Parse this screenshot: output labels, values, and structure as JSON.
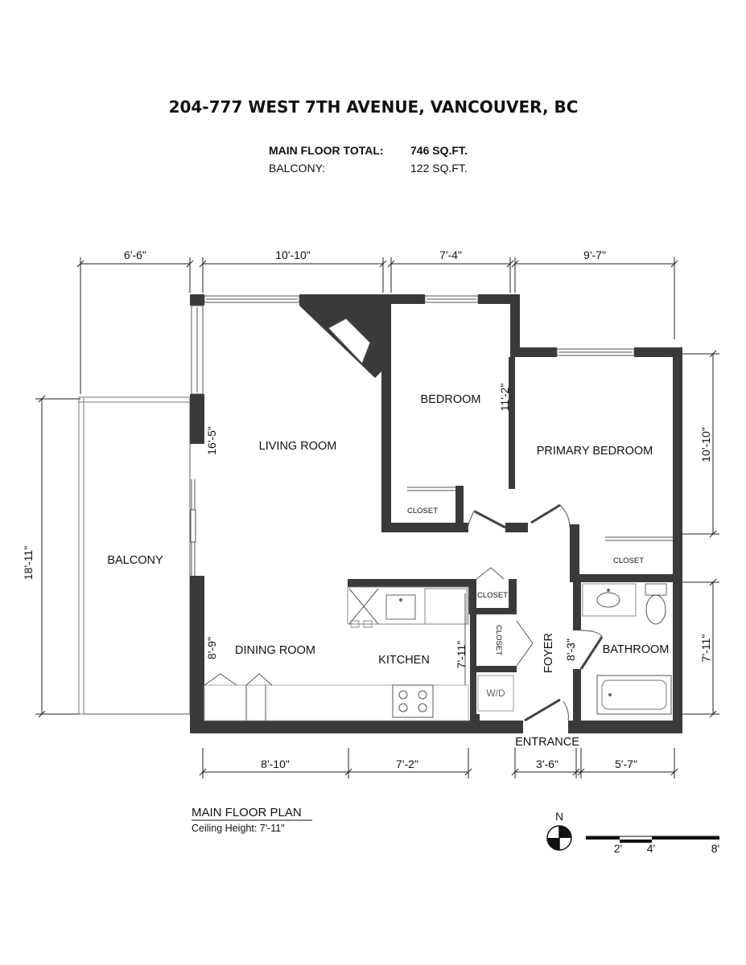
{
  "header": {
    "address": "204-777 WEST 7TH AVENUE, VANCOUVER, BC",
    "main_floor_label": "MAIN FLOOR TOTAL:",
    "main_floor_value": "746 SQ.FT.",
    "balcony_label": "BALCONY:",
    "balcony_value": "122 SQ.FT."
  },
  "dimensions": {
    "top": [
      "6'-6\"",
      "10'-10\"",
      "7'-4\"",
      "9'-7\""
    ],
    "bottom": [
      "8'-10\"",
      "7'-2\"",
      "3'-6\"",
      "5'-7\""
    ],
    "left_balcony": "18'-11\"",
    "right_primary": "10'-10\"",
    "right_bathroom": "7'-11\"",
    "living_room": "16'-5\"",
    "dining_room": "8'-9\"",
    "bedroom": "11'-2\"",
    "kitchen": "7'-11\"",
    "foyer": "8'-3\""
  },
  "rooms": {
    "living_room": "LIVING ROOM",
    "bedroom": "BEDROOM",
    "primary_bedroom": "PRIMARY BEDROOM",
    "balcony": "BALCONY",
    "dining_room": "DINING ROOM",
    "kitchen": "KITCHEN",
    "foyer": "FOYER",
    "bathroom": "BATHROOM",
    "entrance": "ENTRANCE",
    "closet_bedroom": "CLOSET",
    "closet_primary": "CLOSET",
    "closet_small": "CLOSET",
    "closet_foyer": "CLOSET",
    "washer_dryer": "W/D"
  },
  "footer": {
    "plan_title": "MAIN FLOOR PLAN",
    "ceiling_height": "Ceiling Height: 7'-11\"",
    "north": "N",
    "scale_labels": [
      "2'",
      "4'",
      "8'"
    ]
  }
}
